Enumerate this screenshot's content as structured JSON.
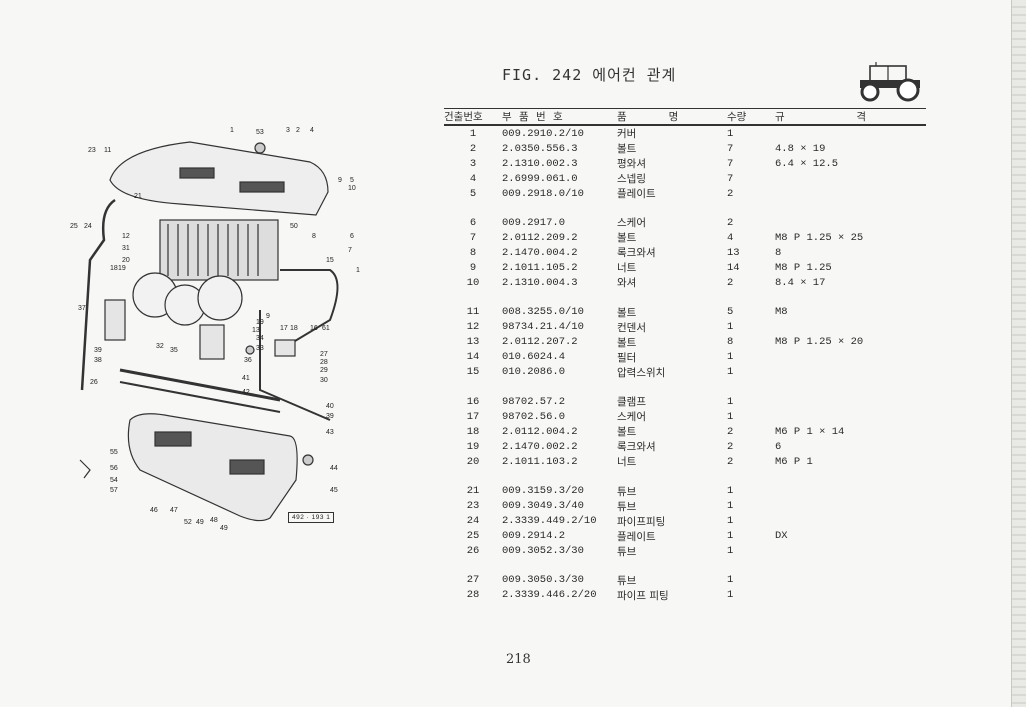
{
  "page": {
    "title": "FIG. 242 에어컨 관계",
    "page_number": "218",
    "figure_ref": "492 · 193 1"
  },
  "table": {
    "headers": {
      "item_no": "건출번호",
      "part_no": "부 품 번 호",
      "name_a": "품",
      "name_b": "명",
      "qty": "수량",
      "spec_a": "규",
      "spec_b": "격"
    },
    "groups": [
      [
        {
          "no": "1",
          "part": "009.2910.2/10",
          "name": "커버",
          "qty": "1",
          "spec": ""
        },
        {
          "no": "2",
          "part": "2.0350.556.3",
          "name": "볼트",
          "qty": "7",
          "spec": "4.8 × 19"
        },
        {
          "no": "3",
          "part": "2.1310.002.3",
          "name": "평와셔",
          "qty": "7",
          "spec": "6.4 × 12.5"
        },
        {
          "no": "4",
          "part": "2.6999.061.0",
          "name": "스넵링",
          "qty": "7",
          "spec": ""
        },
        {
          "no": "5",
          "part": "009.2918.0/10",
          "name": "플레이트",
          "qty": "2",
          "spec": ""
        }
      ],
      [
        {
          "no": "6",
          "part": "009.2917.0",
          "name": "스케어",
          "qty": "2",
          "spec": ""
        },
        {
          "no": "7",
          "part": "2.0112.209.2",
          "name": "볼트",
          "qty": "4",
          "spec": "M8 P 1.25 × 25"
        },
        {
          "no": "8",
          "part": "2.1470.004.2",
          "name": "록크와셔",
          "qty": "13",
          "spec": "8"
        },
        {
          "no": "9",
          "part": "2.1011.105.2",
          "name": "너트",
          "qty": "14",
          "spec": "M8 P 1.25"
        },
        {
          "no": "10",
          "part": "2.1310.004.3",
          "name": "와셔",
          "qty": "2",
          "spec": "8.4 × 17"
        }
      ],
      [
        {
          "no": "11",
          "part": "008.3255.0/10",
          "name": "볼트",
          "qty": "5",
          "spec": "M8"
        },
        {
          "no": "12",
          "part": "98734.21.4/10",
          "name": "컨덴서",
          "qty": "1",
          "spec": ""
        },
        {
          "no": "13",
          "part": "2.0112.207.2",
          "name": "볼트",
          "qty": "8",
          "spec": "M8 P 1.25 × 20"
        },
        {
          "no": "14",
          "part": "010.6024.4",
          "name": "필터",
          "qty": "1",
          "spec": ""
        },
        {
          "no": "15",
          "part": "010.2086.0",
          "name": "압력스위치",
          "qty": "1",
          "spec": ""
        }
      ],
      [
        {
          "no": "16",
          "part": "98702.57.2",
          "name": "클램프",
          "qty": "1",
          "spec": ""
        },
        {
          "no": "17",
          "part": "98702.56.0",
          "name": "스케어",
          "qty": "1",
          "spec": ""
        },
        {
          "no": "18",
          "part": "2.0112.004.2",
          "name": "볼트",
          "qty": "2",
          "spec": "M6 P 1 × 14"
        },
        {
          "no": "19",
          "part": "2.1470.002.2",
          "name": "록크와셔",
          "qty": "2",
          "spec": "6"
        },
        {
          "no": "20",
          "part": "2.1011.103.2",
          "name": "너트",
          "qty": "2",
          "spec": "M6 P 1"
        }
      ],
      [
        {
          "no": "21",
          "part": "009.3159.3/20",
          "name": "튜브",
          "qty": "1",
          "spec": ""
        },
        {
          "no": "23",
          "part": "009.3049.3/40",
          "name": "튜브",
          "qty": "1",
          "spec": ""
        },
        {
          "no": "24",
          "part": "2.3339.449.2/10",
          "name": "파이프피팅",
          "qty": "1",
          "spec": ""
        },
        {
          "no": "25",
          "part": "009.2914.2",
          "name": "플레이트",
          "qty": "1",
          "spec": "DX"
        },
        {
          "no": "26",
          "part": "009.3052.3/30",
          "name": "튜브",
          "qty": "1",
          "spec": ""
        }
      ],
      [
        {
          "no": "27",
          "part": "009.3050.3/30",
          "name": "튜브",
          "qty": "1",
          "spec": ""
        },
        {
          "no": "28",
          "part": "2.3339.446.2/20",
          "name": "파이프 피팅",
          "qty": "1",
          "spec": ""
        }
      ]
    ]
  },
  "diagram_labels": [
    "1",
    "53",
    "3",
    "2",
    "4",
    "23",
    "11",
    "9",
    "5",
    "10",
    "21",
    "25",
    "24",
    "12",
    "50",
    "8",
    "6",
    "31",
    "7",
    "20",
    "18",
    "19",
    "15",
    "14",
    "37",
    "13",
    "17",
    "18",
    "16",
    "61",
    "19",
    "9",
    "34",
    "33",
    "27",
    "39",
    "32",
    "35",
    "38",
    "36",
    "28",
    "29",
    "41",
    "26",
    "30",
    "42",
    "40",
    "39",
    "43",
    "55",
    "56",
    "44",
    "54",
    "57",
    "45",
    "46",
    "47",
    "52",
    "49",
    "48",
    "49"
  ]
}
